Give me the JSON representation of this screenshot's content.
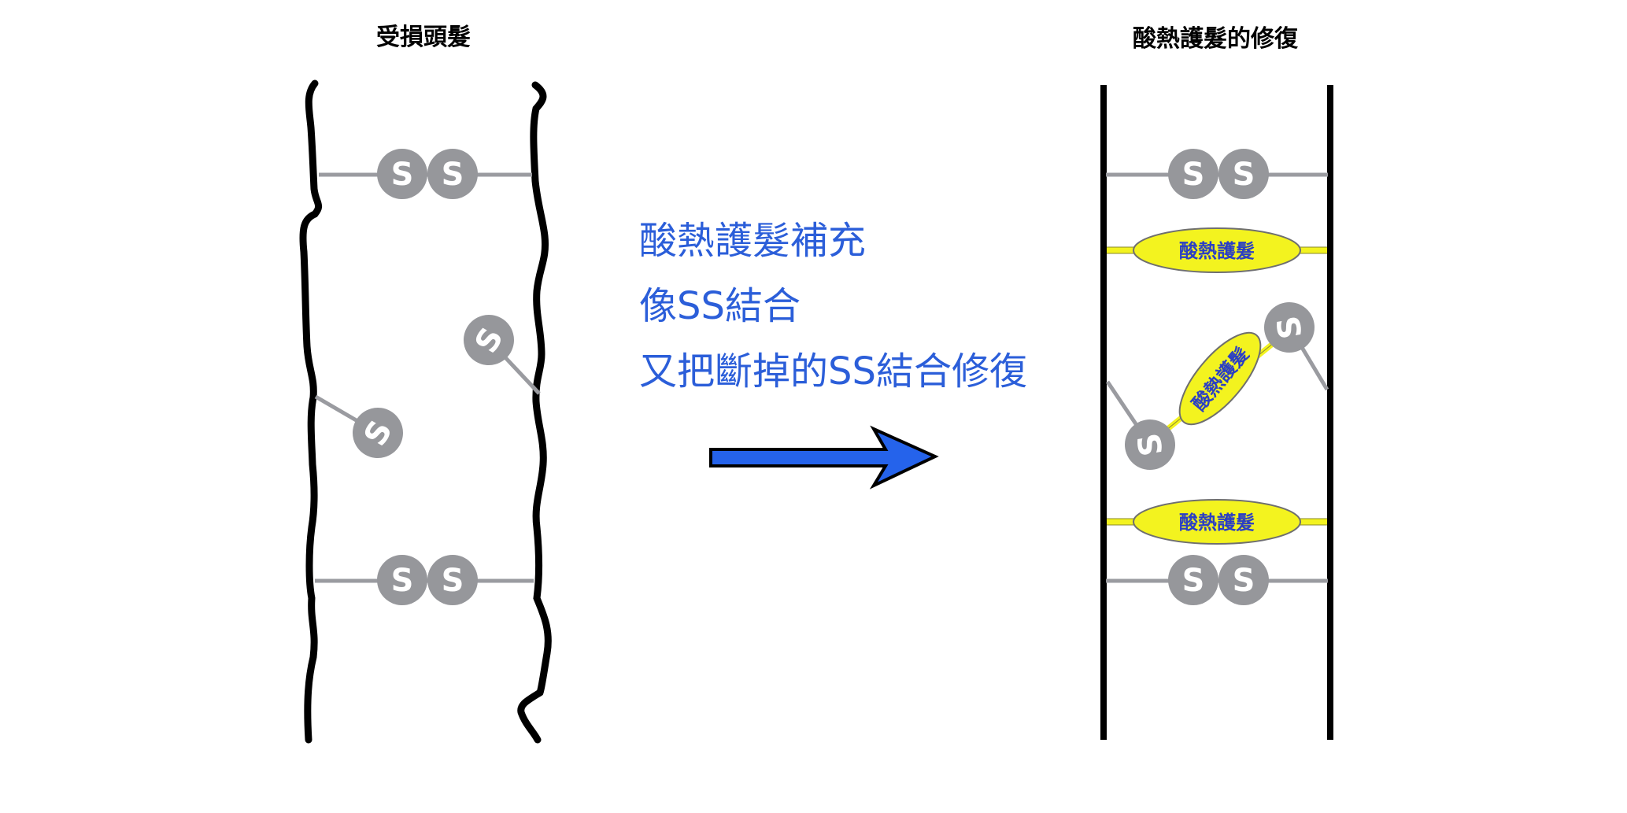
{
  "left_panel": {
    "title": "受損頭髮",
    "sulfur_label": "S"
  },
  "right_panel": {
    "title": "酸熱護髮的修復",
    "sulfur_label": "S",
    "bond_label": "酸熱護髮"
  },
  "caption": {
    "line1": "酸熱護髮補充",
    "line2": "像SS結合",
    "line3": "又把斷掉的SS結合修復"
  },
  "colors": {
    "caption": "#2b5ed9",
    "arrow_fill": "#2563eb",
    "sulfur": "#96979b",
    "bond_line": "#9a9ba0",
    "pill_fill": "#f3f31f",
    "pill_text": "#2b3fc4",
    "strand": "#000000"
  }
}
